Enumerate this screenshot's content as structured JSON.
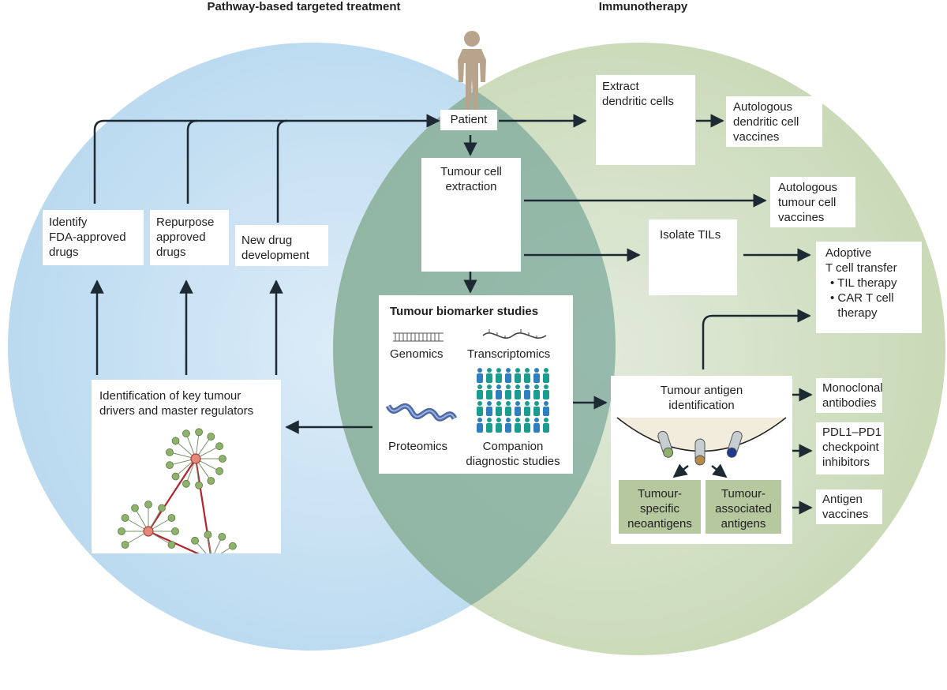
{
  "headers": {
    "left": "Pathway-based targeted treatment",
    "right": "Immunotherapy"
  },
  "nodes": {
    "patient": "Patient",
    "tumour_cell_extraction": "Tumour cell\nextraction",
    "extract_dendritic": "Extract\ndendritic cells",
    "autologous_dendritic": "Autologous\ndendritic cell\nvaccines",
    "autologous_tumour": "Autologous\ntumour cell\nvaccines",
    "isolate_tils": "Isolate TILs",
    "adoptive_title": "Adoptive\nT cell transfer",
    "adoptive_items": [
      "TIL therapy",
      "CAR T cell\ntherapy"
    ],
    "identify_fda": "Identify\nFDA-approved\ndrugs",
    "repurpose": "Repurpose\napproved\ndrugs",
    "new_drug": "New drug\ndevelopment",
    "key_drivers": "Identification of key tumour\ndrivers and master regulators",
    "biomarker_title": "Tumour biomarker studies",
    "genomics": "Genomics",
    "transcriptomics": "Transcriptomics",
    "proteomics": "Proteomics",
    "companion": "Companion\ndiagnostic studies",
    "antigen_identification": "Tumour antigen\nidentification",
    "tumour_specific": "Tumour-\nspecific\nneoantigens",
    "tumour_associated": "Tumour-\nassociated\nantigens",
    "monoclonal": "Monoclonal\nantibodies",
    "pdl1": "PDL1–PD1\ncheckpoint\ninhibitors",
    "antigen_vaccines": "Antigen\nvaccines"
  },
  "colors": {
    "left_circle": "#c7e1f2",
    "right_circle": "#d3dfc2",
    "overlap": "#8fb3a7",
    "arrow": "#1d2a33",
    "network_edge_red": "#b4242e",
    "network_hub": "#e8887a",
    "network_leaf": "#8fb26a",
    "figure_teal": "#1a9c8f",
    "figure_blue": "#2f7fc0",
    "antigen_box": "#b5c89e"
  }
}
